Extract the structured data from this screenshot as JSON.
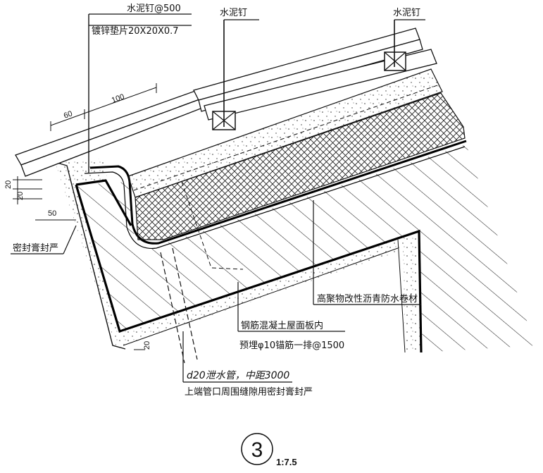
{
  "annotations": {
    "nail_spacing": "水泥钉@500",
    "washer": "镀锌垫片20X20X0.7",
    "nail_middle": "水泥钉",
    "nail_right": "水泥钉",
    "sealant_edge": "密封膏封严",
    "membrane": "高聚物改性沥青防水卷材",
    "rc_slab": "钢筋混凝土屋面板内",
    "anchor_bar": "预埋φ10锚筋一排@1500",
    "drain_pipe": "d20泄水管，中距3000",
    "pipe_seal": "上端管口周围缝隙用密封膏封严"
  },
  "dimensions": {
    "d60": "60",
    "d100": "100",
    "d20a": "20",
    "d20b": "20",
    "d50": "50",
    "d20c": "20"
  },
  "detail": {
    "number": "3",
    "scale": "1:7.5"
  }
}
